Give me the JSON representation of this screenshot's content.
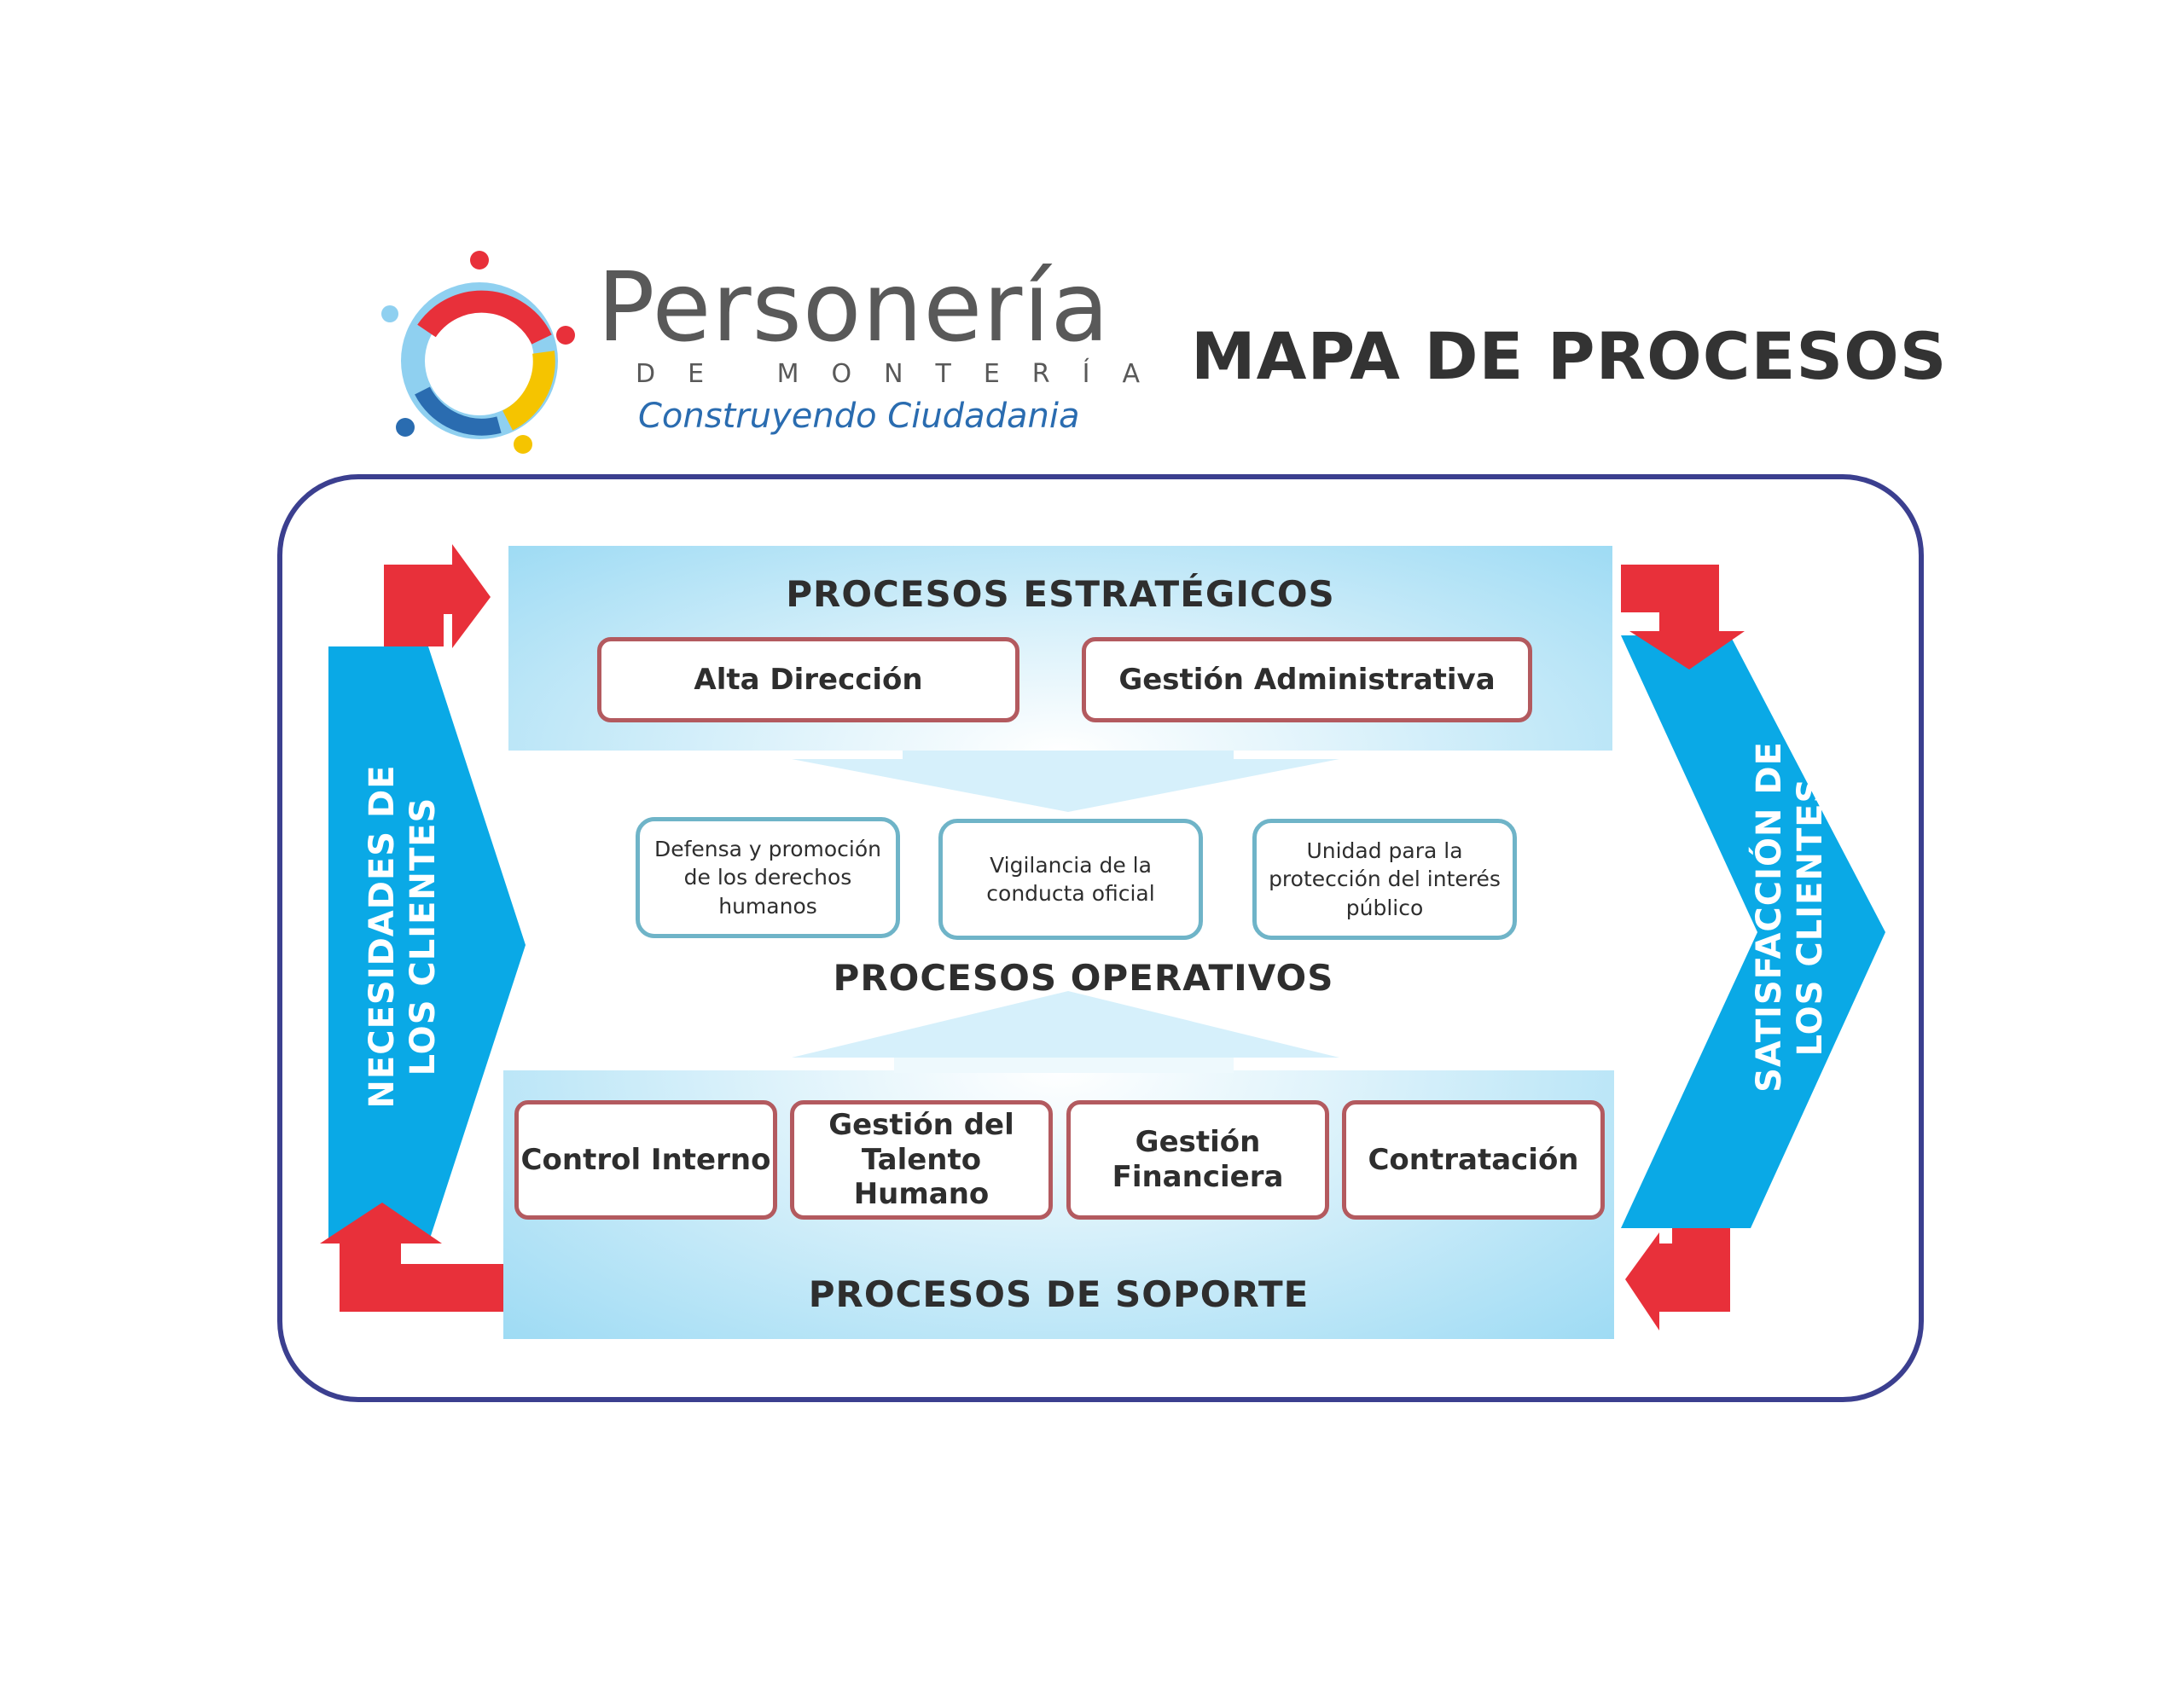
{
  "logo": {
    "name": "Personería",
    "subtitle": "DE MONTERÍA",
    "tagline": "Construyendo Ciudadania"
  },
  "title": "MAPA DE PROCESOS",
  "strategic": {
    "title": "PROCESOS ESTRATÉGICOS",
    "items": [
      "Alta Dirección",
      "Gestión Administrativa"
    ]
  },
  "operative": {
    "title": "PROCESOS OPERATIVOS",
    "items": [
      "Defensa y promoción de los derechos humanos",
      "Vigilancia de la conducta oficial",
      "Unidad para la protección del interés público"
    ]
  },
  "support": {
    "title": "PROCESOS DE SOPORTE",
    "items": [
      "Control Interno",
      "Gestión del Talento Humano",
      "Gestión Financiera",
      "Contratación"
    ]
  },
  "left_label": {
    "line1": "NECESIDADES DE",
    "line2": "LOS CLIENTES"
  },
  "right_label": {
    "line1": "SATISFACCIÓN DE",
    "line2": "LOS CLIENTES"
  },
  "colors": {
    "frame": "#3b3f8f",
    "side_arrow": "#0aa9e6",
    "red_arrow": "#e8303a",
    "box_red_border": "#b35a5f",
    "box_blue_border": "#6fb4c8",
    "band": "#9edbf4"
  }
}
